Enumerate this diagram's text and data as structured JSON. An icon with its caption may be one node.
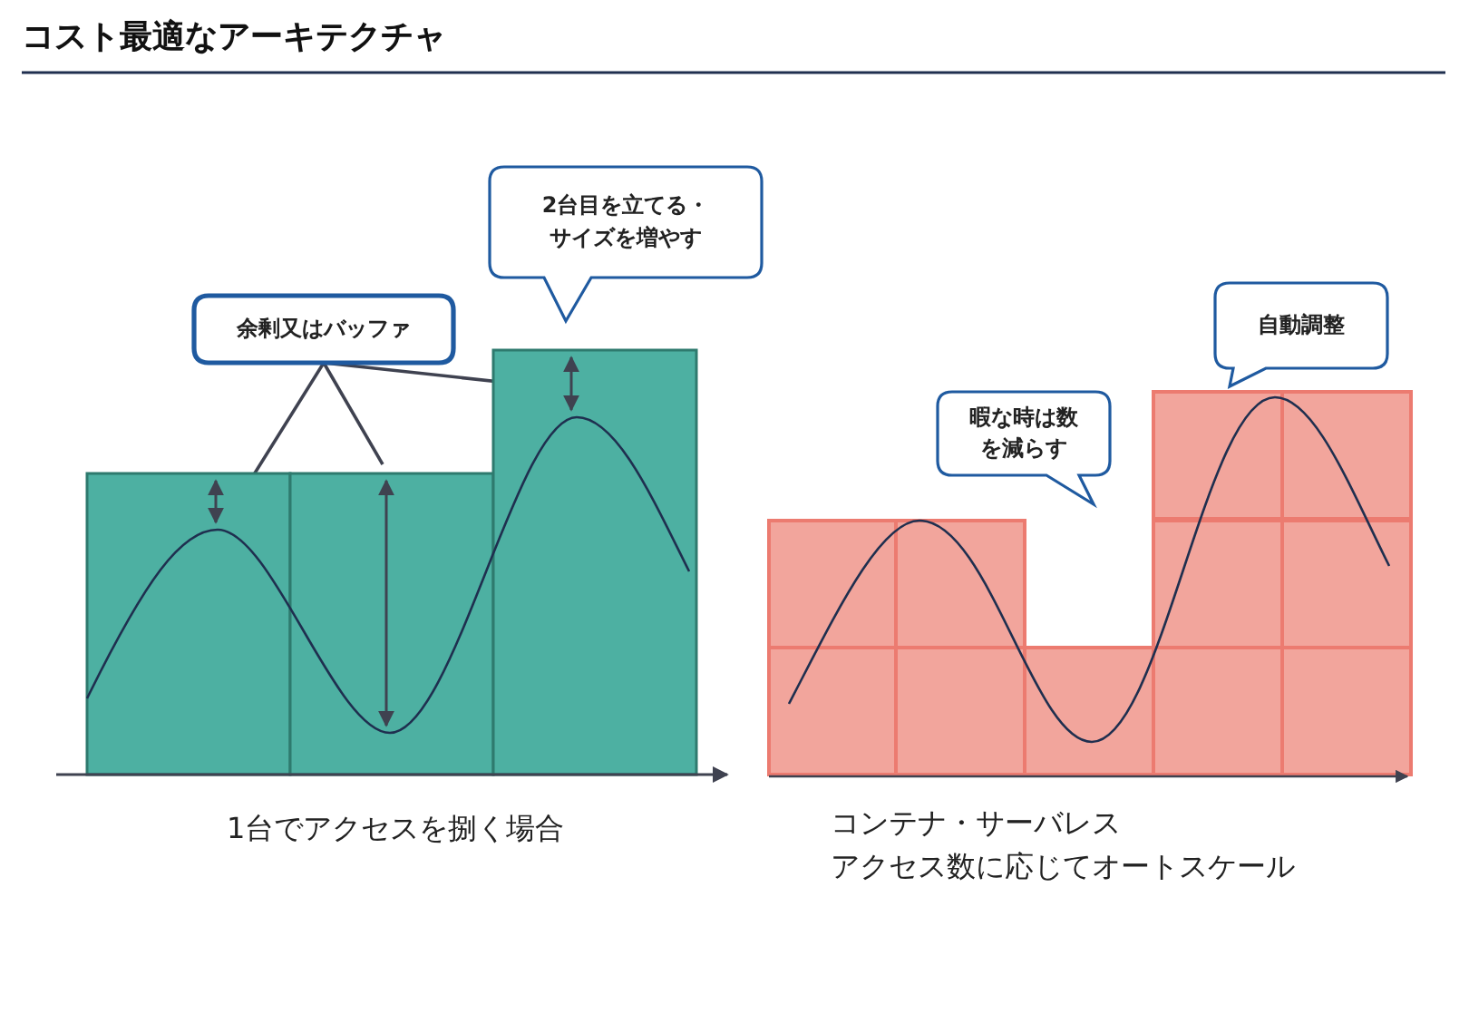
{
  "diagram": {
    "title": "コスト最適なアーキテクチャ",
    "nodes": [
      {
        "text": [
          "余剰又はバッファ"
        ]
      },
      {
        "text": [
          "2台目を立てる・サイズを増やす"
        ]
      },
      {
        "text": [
          "暇な時は数を減らす"
        ]
      },
      {
        "text": [
          "自動調整"
        ]
      },
      {
        "text": [],
        "shape": "arrow"
      },
      {
        "text": [],
        "shape": "arrow"
      },
      {
        "text": [],
        "shape": "arrow"
      }
    ],
    "edges": [
      {
        "from": 0,
        "to": 4,
        "arrow": "none"
      },
      {
        "from": 0,
        "to": 5,
        "arrow": "none"
      },
      {
        "from": 0,
        "to": 6,
        "arrow": "none"
      }
    ],
    "labels": [
      "1台でアクセスを捌く場合",
      "コンテナ・サーバレス",
      "アクセス数に応じてオートスケール"
    ]
  }
}
